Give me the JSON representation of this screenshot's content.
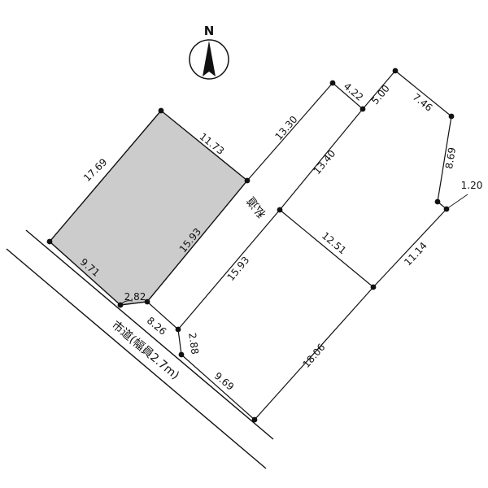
{
  "compass": {
    "label": "N",
    "icon": "north-arrow-icon"
  },
  "colors": {
    "target_lot_fill": "#cccccc",
    "line": "#111111"
  },
  "dimensions": {
    "target_left": "17.69",
    "target_top": "11.73",
    "target_right": "15.93",
    "target_bottom": "9.71",
    "target_bottom_corner": "2.82",
    "private_road_upper_left": "13.30",
    "top_short_a": "4.22",
    "top_short_b": "5.00",
    "top_right_diag": "7.46",
    "right_upper": "8.69",
    "right_notch": "1.20",
    "private_road_upper_right": "13.40",
    "private_road_lower_left": "15.93",
    "middle_divider": "12.51",
    "right_lower": "11.14",
    "frontage_a": "8.26",
    "frontage_corner": "2.88",
    "frontage_b": "9.69",
    "diagonal_bottom": "18.06"
  },
  "labels": {
    "private_road": "私道",
    "city_road": "市道(幅員2.7m)"
  }
}
